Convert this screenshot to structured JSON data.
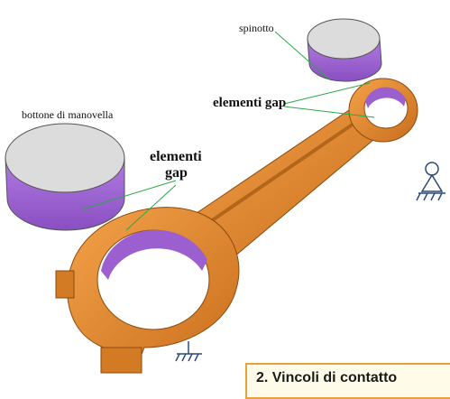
{
  "labels": {
    "spinotto": "spinotto",
    "bottone": "bottone di manovella",
    "gap_top": "elementi gap",
    "gap_left_line1": "elementi",
    "gap_left_line2": "gap"
  },
  "caption": "2. Vincoli di contatto",
  "colors": {
    "rod_orange": "#e08a2e",
    "gap_purple": "#9b5fd0",
    "pin_gray": "#dcdcdc"
  }
}
